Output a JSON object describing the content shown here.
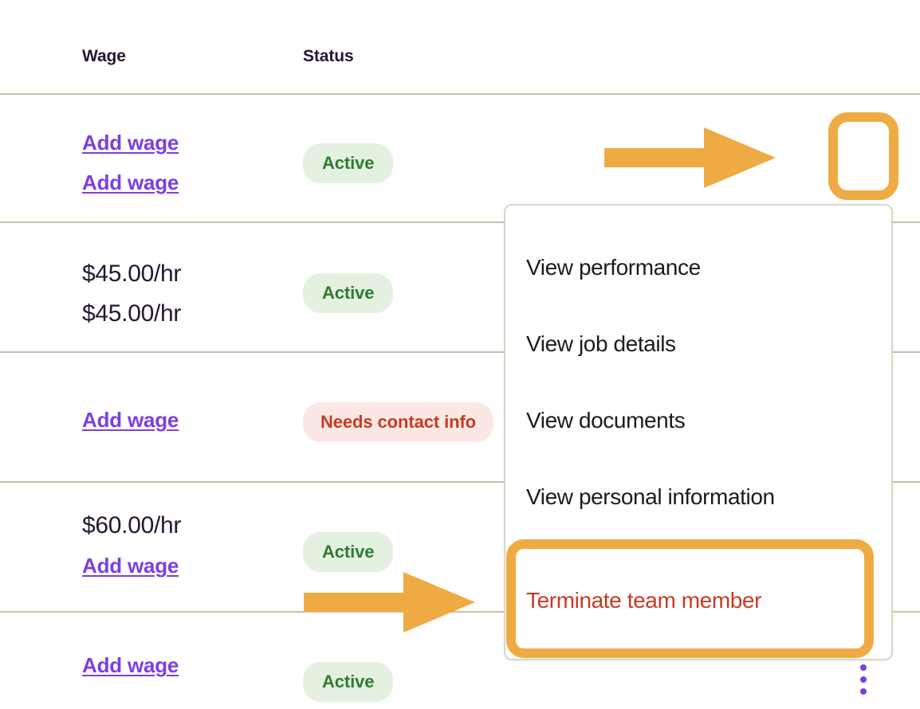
{
  "table": {
    "columns": [
      {
        "key": "wage",
        "label": "Wage"
      },
      {
        "key": "status",
        "label": "Status"
      }
    ],
    "rows": [
      {
        "wage_lines": [
          "Add wage",
          "Add wage"
        ],
        "wage_types": [
          "link",
          "link"
        ],
        "status": {
          "label": "Active",
          "tone": "green"
        },
        "has_menu": true
      },
      {
        "wage_lines": [
          "$45.00/hr",
          "$45.00/hr"
        ],
        "wage_types": [
          "value",
          "value"
        ],
        "status": {
          "label": "Active",
          "tone": "green"
        },
        "has_menu": false
      },
      {
        "wage_lines": [
          "Add wage"
        ],
        "wage_types": [
          "link"
        ],
        "status": {
          "label": "Needs contact info",
          "tone": "red"
        },
        "has_menu": false
      },
      {
        "wage_lines": [
          "$60.00/hr",
          "Add wage"
        ],
        "wage_types": [
          "value",
          "link"
        ],
        "status": {
          "label": "Active",
          "tone": "green"
        },
        "has_menu": false
      },
      {
        "wage_lines": [
          "Add wage"
        ],
        "wage_types": [
          "link"
        ],
        "status": {
          "label": "Active",
          "tone": "green"
        },
        "has_menu": true
      }
    ]
  },
  "dropdown": {
    "items": [
      {
        "label": "View performance",
        "tone": "default"
      },
      {
        "label": "View job details",
        "tone": "default"
      },
      {
        "label": "View documents",
        "tone": "default"
      },
      {
        "label": "View personal information",
        "tone": "default"
      },
      {
        "label": "Terminate team member",
        "tone": "danger"
      }
    ]
  },
  "annotations": {
    "highlight_color": "#efab43",
    "arrow_color": "#efab43",
    "highlighted_targets": [
      "row-actions-kebab-menu",
      "menu-item-terminate-team-member"
    ],
    "arrows": [
      {
        "name": "arrow-pointing-to-kebab-menu",
        "direction": "right"
      },
      {
        "name": "arrow-pointing-to-terminate-option",
        "direction": "right"
      }
    ]
  },
  "colors": {
    "link_purple": "#7c3fe0",
    "text_dark": "#251732",
    "menu_text": "#1c1c1c",
    "danger_red": "#c63b22",
    "badge_green_bg": "#e4f1e1",
    "badge_green_text": "#2f7c31",
    "badge_red_bg": "#fbe8e5",
    "badge_red_text": "#c63b22",
    "divider": "#c5c2aa",
    "card_border": "#d9d6c4"
  },
  "icons": {
    "kebab": "kebab-menu-icon"
  }
}
